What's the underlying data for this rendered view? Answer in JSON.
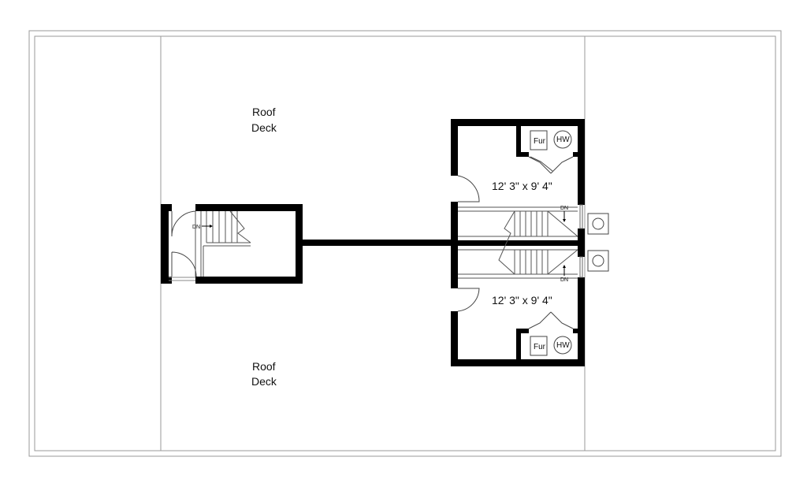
{
  "plan": {
    "deck_top": {
      "line1": "Roof",
      "line2": "Deck"
    },
    "deck_bottom": {
      "line1": "Roof",
      "line2": "Deck"
    },
    "unit_top": {
      "dimensions": "12' 3\" x 9' 4\"",
      "furnace": "Fur",
      "water_heater": "HW",
      "stair_note": "DN"
    },
    "unit_bottom": {
      "dimensions": "12' 3\" x 9' 4\"",
      "furnace": "Fur",
      "water_heater": "HW",
      "stair_note": "DN"
    },
    "stair_house": {
      "stair_note": "DN"
    }
  }
}
